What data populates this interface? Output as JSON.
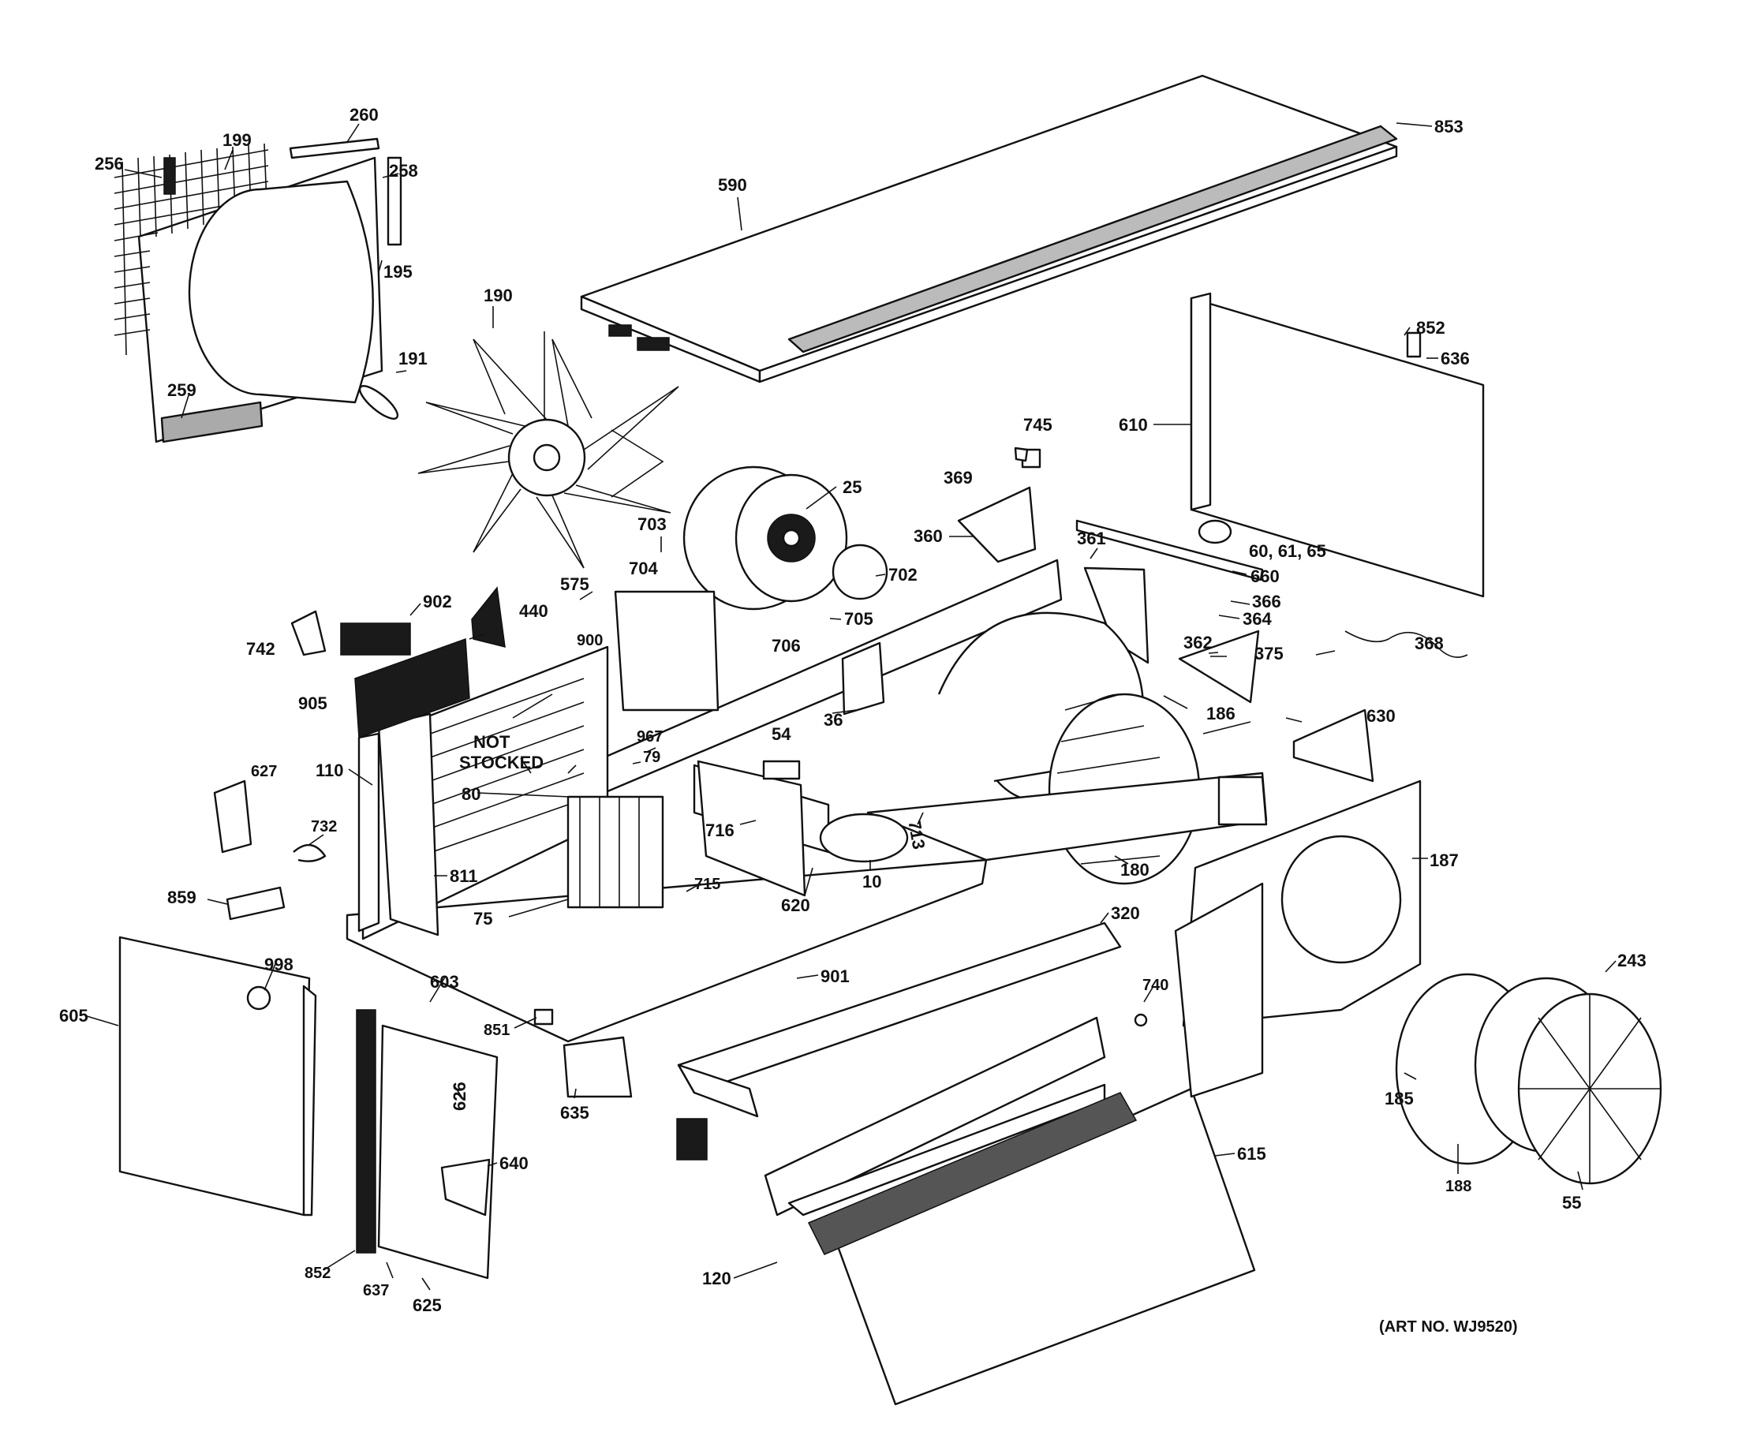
{
  "diagram": {
    "art_number": "(ART NO. WJ9520)",
    "not_stocked_note": [
      "NOT",
      "STOCKED"
    ],
    "colors": {
      "ink": "#111111",
      "paper": "#ffffff",
      "speckle": "#888888"
    }
  },
  "parts": {
    "p853": "853",
    "p590": "590",
    "p260": "260",
    "p199": "199",
    "p256": "256",
    "p258": "258",
    "p195": "195",
    "p190": "190",
    "p191": "191",
    "p259": "259",
    "p852a": "852",
    "p636": "636",
    "p610": "610",
    "p745": "745",
    "p369": "369",
    "p360": "360",
    "p25": "25",
    "p703": "703",
    "p704": "704",
    "p702": "702",
    "p60": "60, 61, 65",
    "p361": "361",
    "p660": "660",
    "p366": "366",
    "p364": "364",
    "p575": "575",
    "p902": "902",
    "p440": "440",
    "p742": "742",
    "p705": "705",
    "p706": "706",
    "p362": "362",
    "p375": "375",
    "p368": "368",
    "p900": "900",
    "p905": "905",
    "p36": "36",
    "p186": "186",
    "p967": "967",
    "p79": "79",
    "p54": "54",
    "p630": "630",
    "p110": "110",
    "p627": "627",
    "p80": "80",
    "p716": "716",
    "p713": "713",
    "p732": "732",
    "p811": "811",
    "p187": "187",
    "p180": "180",
    "p10": "10",
    "p859": "859",
    "p75": "75",
    "p715": "715",
    "p620": "620",
    "p320": "320",
    "p998": "998",
    "p243": "243",
    "p605": "605",
    "p603": "603",
    "p901": "901",
    "p740": "740",
    "p851": "851",
    "p626": "626",
    "p635": "635",
    "p185": "185",
    "p640": "640",
    "p615": "615",
    "p188": "188",
    "p55": "55",
    "p852b": "852",
    "p637": "637",
    "p625": "625",
    "p120": "120"
  }
}
